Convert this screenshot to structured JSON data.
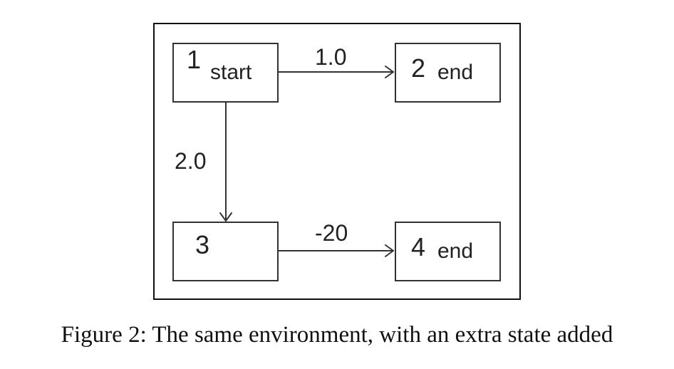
{
  "diagram": {
    "states": [
      {
        "id": "1",
        "number": "1",
        "tag": "start"
      },
      {
        "id": "2",
        "number": "2",
        "tag": "end"
      },
      {
        "id": "3",
        "number": "3",
        "tag": ""
      },
      {
        "id": "4",
        "number": "4",
        "tag": "end"
      }
    ],
    "edges": [
      {
        "from": "1",
        "to": "2",
        "label": "1.0"
      },
      {
        "from": "1",
        "to": "3",
        "label": "2.0"
      },
      {
        "from": "3",
        "to": "4",
        "label": "-20"
      }
    ],
    "line_color": "#333333"
  },
  "caption": "Figure 2: The same environment, with an extra state added"
}
